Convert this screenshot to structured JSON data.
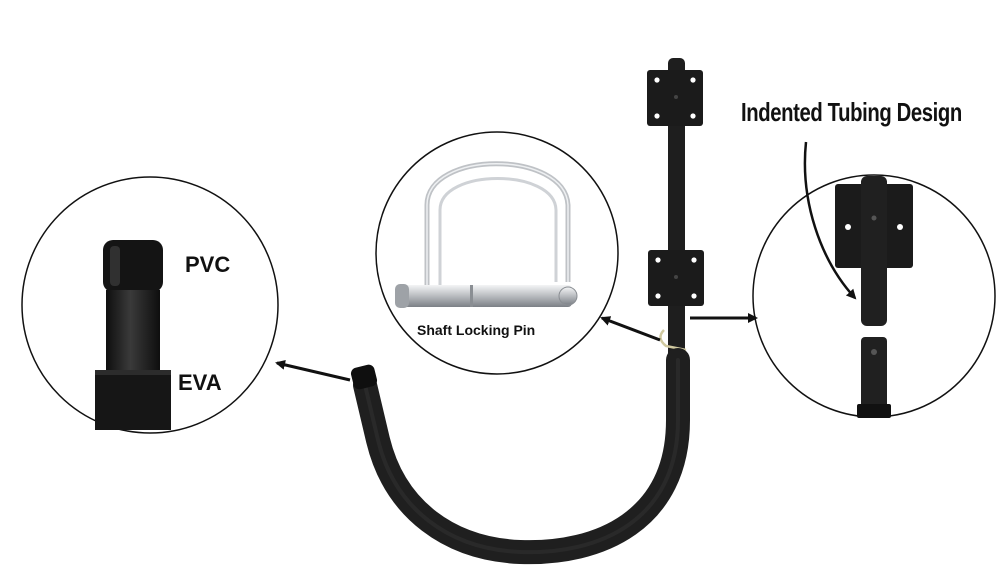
{
  "labels": {
    "pvc": "PVC",
    "eva": "EVA",
    "pin": "Shaft Locking Pin",
    "tubing": "Indented Tubing Design"
  },
  "colors": {
    "metal": "#1b1b1b",
    "foam": "#222222",
    "outline": "#111111",
    "pin_silver": "#c9ccd0"
  }
}
